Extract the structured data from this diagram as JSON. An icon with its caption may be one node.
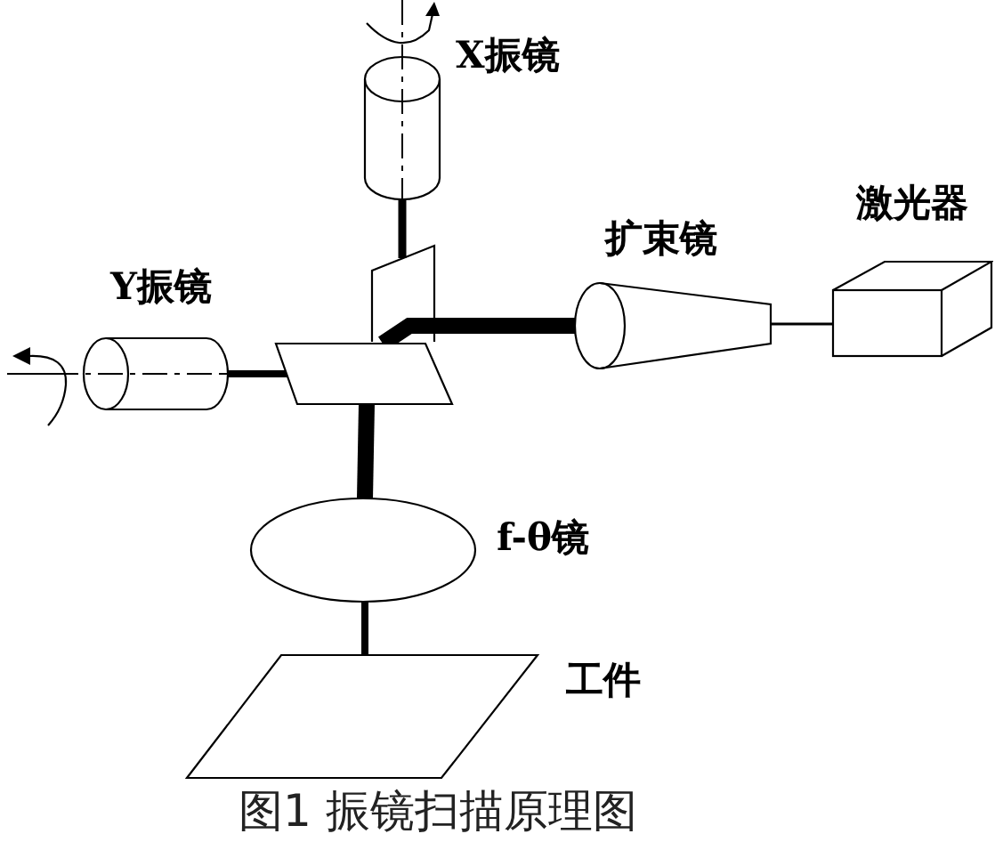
{
  "diagram": {
    "caption": "图1 振镜扫描原理图",
    "nodes": [
      {
        "text": [
          "X振镜"
        ]
      },
      {
        "text": [],
        "shape": "parallelogram"
      },
      {
        "text": [
          "Y振镜"
        ]
      },
      {
        "text": [],
        "shape": "parallelogram"
      },
      {
        "text": [
          "扩束镜"
        ]
      },
      {
        "text": [
          "激光器"
        ]
      },
      {
        "text": [
          "f-θ镜"
        ]
      },
      {
        "text": [
          "工件"
        ]
      }
    ],
    "edges": [
      {
        "from": 5,
        "to": 4,
        "arrow": "none"
      },
      {
        "from": 4,
        "to": 1,
        "arrow": "none",
        "style": "thick"
      },
      {
        "from": 1,
        "to": 3,
        "arrow": "none",
        "style": "thick"
      },
      {
        "from": 0,
        "to": 1,
        "arrow": "none"
      },
      {
        "from": 2,
        "to": 3,
        "arrow": "none"
      },
      {
        "from": 3,
        "to": 6,
        "arrow": "none",
        "style": "thick"
      },
      {
        "from": 6,
        "to": 7,
        "arrow": "none"
      }
    ]
  }
}
